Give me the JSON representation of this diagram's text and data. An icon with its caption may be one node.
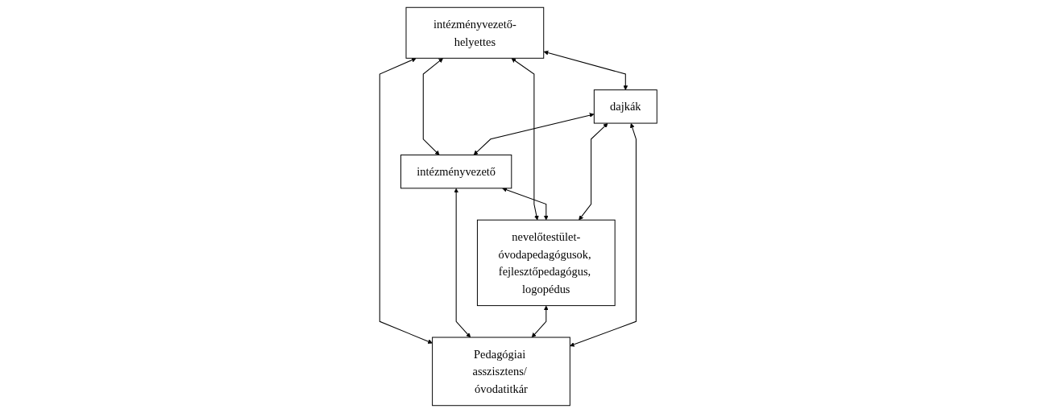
{
  "diagram": {
    "nodes": [
      {
        "text": [
          "intézményvezető"
        ]
      },
      {
        "text": [
          "intézményvezető-helyettes"
        ]
      },
      {
        "text": [
          "nevelőtestület-",
          "óvodapedagógusok, fejlesztőpedagógus, logopédus"
        ]
      },
      {
        "text": [
          "dajkák"
        ]
      },
      {
        "text": [
          "Pedagógiai asszisztens/ óvodatitkár"
        ]
      }
    ],
    "edges": [
      {
        "from": 1,
        "to": 0,
        "arrow": "both"
      },
      {
        "from": 1,
        "to": 4,
        "arrow": "both"
      },
      {
        "from": 1,
        "to": 2,
        "arrow": "both"
      },
      {
        "from": 0,
        "to": 2,
        "arrow": "both"
      },
      {
        "from": 0,
        "to": 4,
        "arrow": "both"
      },
      {
        "from": 1,
        "to": 3,
        "arrow": "both"
      },
      {
        "from": 3,
        "to": 0,
        "arrow": "both"
      },
      {
        "from": 2,
        "to": 4,
        "arrow": "both"
      },
      {
        "from": 3,
        "to": 4,
        "arrow": "both"
      },
      {
        "from": 3,
        "to": 2,
        "arrow": "both"
      }
    ]
  }
}
